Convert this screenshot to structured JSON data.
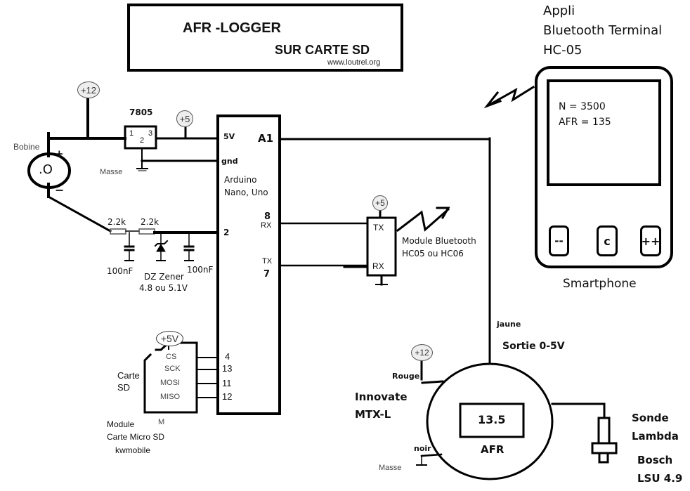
{
  "title_box": {
    "title": "AFR -LOGGER",
    "subtitle": "SUR CARTE SD",
    "website": "www.loutrel.org"
  },
  "app_caption": {
    "line1": "Appli",
    "line2": "Bluetooth Terminal",
    "line3": "HC-05"
  },
  "smartphone": {
    "label": "Smartphone",
    "screen_lines": [
      "N = 3500",
      "AFR = 135"
    ],
    "buttons": [
      {
        "label": "--",
        "name": "decrement"
      },
      {
        "label": "c",
        "name": "clear"
      },
      {
        "label": "++",
        "name": "increment"
      }
    ]
  },
  "supplies": {
    "coil_supply": "+12",
    "regulator_out": "+5",
    "bluetooth_supply": "+5",
    "sd_supply": "+5V",
    "afr_supply": "+12"
  },
  "coil": {
    "label": "Bobine",
    "plus": "+",
    "minus": "−",
    "center": ".O"
  },
  "regulator": {
    "part": "7805",
    "pins": [
      "1",
      "2",
      "3"
    ],
    "ground_label": "Masse"
  },
  "filter": {
    "r1": "2.2k",
    "r2": "2.2k",
    "c1": "100nF",
    "c2": "100nF",
    "zener_line1": "DZ Zener",
    "zener_line2": "4.8 ou 5.1V"
  },
  "arduino": {
    "name_line1": "Arduino",
    "name_line2": "Nano, Uno",
    "pin_5v": "5V",
    "pin_gnd": "gnd",
    "pin_2": "2",
    "pin_a1": "A1",
    "pin_8": "8",
    "pin_8_sub": "RX",
    "pin_7_sub": "TX",
    "pin_7": "7",
    "sd_pins": [
      "4",
      "13",
      "11",
      "12"
    ]
  },
  "bluetooth": {
    "tx": "TX",
    "rx": "RX",
    "label_line1": "Module Bluetooth",
    "label_line2": "HC05 ou HC06"
  },
  "sd_card": {
    "label_line1": "Carte",
    "label_line2": "SD",
    "pins": [
      "CS",
      "SCK",
      "MOSI",
      "MISO"
    ],
    "ground_pin": "M",
    "module_line1": "Module",
    "module_line2": "Carte Micro SD",
    "module_line3": "kwmobile"
  },
  "afr_unit": {
    "brand_line1": "Innovate",
    "brand_line2": "MTX-L",
    "display_value": "13.5",
    "display_label": "AFR",
    "wire_yellow": "jaune",
    "output_label": "Sortie 0-5V",
    "wire_red": "Rouge",
    "wire_black": "noir",
    "ground_label": "Masse"
  },
  "sensor": {
    "line1": "Sonde",
    "line2": "Lambda",
    "line3": "Bosch",
    "line4": "LSU 4.9"
  }
}
